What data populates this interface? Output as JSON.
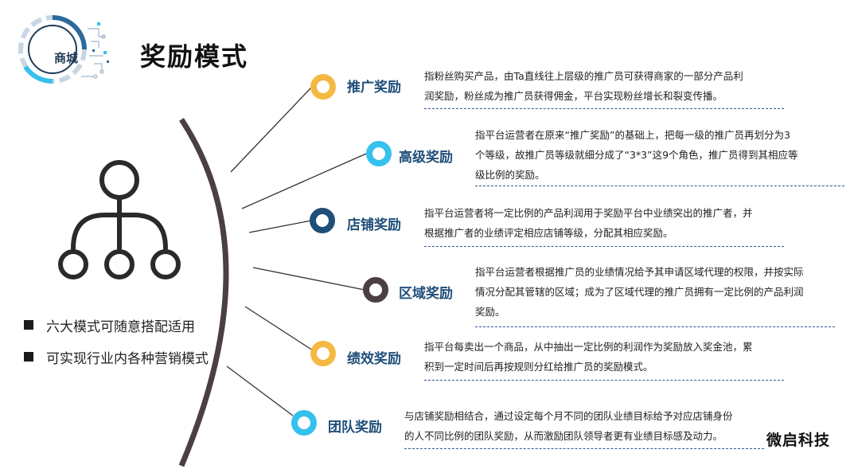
{
  "header": {
    "badge_text": "商城",
    "title": "奖励模式"
  },
  "bullets": [
    "六大模式可随意搭配适用",
    "可实现行业内各种营销模式"
  ],
  "items": [
    {
      "label": "推广奖励",
      "color": "#f4b942",
      "lines": [
        "指粉丝购买产品，由Ta直线往上层级的推广员可获得商家的一部分产品利",
        "润奖励，粉丝成为推广员获得佣金，平台实现粉丝增长和裂变传播。"
      ]
    },
    {
      "label": "高级奖励",
      "color": "#34c1ee",
      "lines": [
        "指平台运营者在原来“推广奖励”的基础上，把每一级的推广员再划分为3",
        "个等级，故推广员等级就细分成了“3*3”这9个角色，推广员得到其相应等",
        "级比例的奖励。"
      ]
    },
    {
      "label": "店铺奖励",
      "color": "#1f4e79",
      "lines": [
        "指平台运营者将一定比例的产品利润用于奖励平台中业绩突出的推广者，并",
        "根据推广者的业绩评定相应店铺等级，分配其相应奖励。"
      ]
    },
    {
      "label": "区域奖励",
      "color": "#4a3f45",
      "lines": [
        "指平台运营者根据推广员的业绩情况给予其申请区域代理的权限，并按实际",
        "情况分配其管辖的区域；成为了区域代理的推广员拥有一定比例的产品利润",
        "奖励。"
      ]
    },
    {
      "label": "绩效奖励",
      "color": "#f4b942",
      "lines": [
        "指平台每卖出一个商品，从中抽出一定比例的利润作为奖励放入奖金池，累",
        "积到一定时间后再按规则分红给推广员的奖励模式。"
      ]
    },
    {
      "label": "团队奖励",
      "color": "#34c1ee",
      "lines": [
        "与店铺奖励相结合，通过设定每个月不同的团队业绩目标给予对应店铺身份",
        "的人不同比例的团队奖励，从而激励团队领导者更有业绩目标感及动力。"
      ]
    }
  ],
  "brand": "微启科技",
  "icons": {
    "hierarchy": "hierarchy-icon",
    "badge_decoration": "tech-circle-icon"
  }
}
